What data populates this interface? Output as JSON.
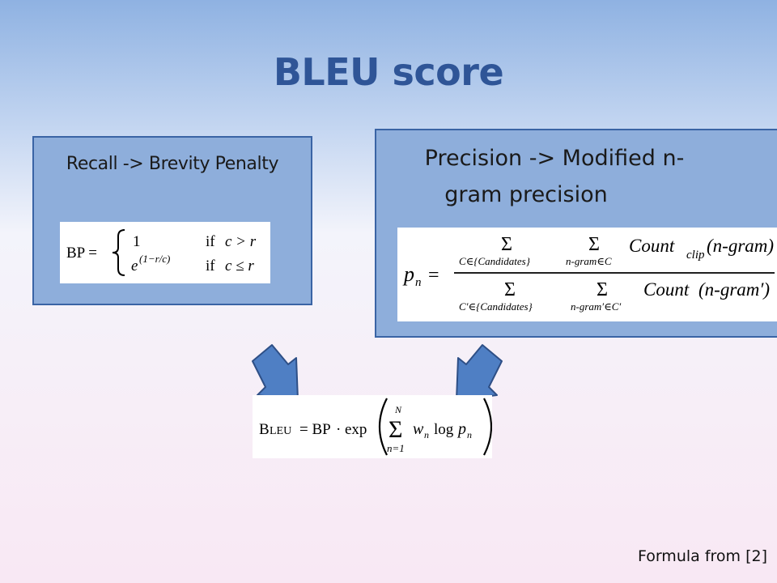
{
  "slide": {
    "title": "BLEU score",
    "footnote": "Formula from [2]"
  },
  "recall_box": {
    "heading": "Recall -> Brevity Penalty",
    "formula": {
      "lhs": "BP =",
      "case1_value": "1",
      "case1_condition_if": "if",
      "case1_condition": "c > r",
      "case2_base": "e",
      "case2_exponent": "(1−r/c)",
      "case2_condition_if": "if",
      "case2_condition": "c ≤ r"
    }
  },
  "precision_box": {
    "heading_line1": "Precision -> Modified n-",
    "heading_line2": "gram precision",
    "formula": {
      "lhs": "p",
      "lhs_sub": "n",
      "equals": "=",
      "sum_symbol": "Σ",
      "num_sum1_sub": "C∈{Candidates}",
      "num_sum2_sub": "n-gram∈C",
      "num_term": "Count",
      "num_term_sub": "clip",
      "num_term_arg": "(n-gram)",
      "den_sum1_sub": "C′∈{Candidates}",
      "den_sum2_sub": "n-gram′∈C′",
      "den_term": "Count",
      "den_term_arg": "(n-gram′)"
    }
  },
  "bleu_formula": {
    "lhs_b": "B",
    "lhs_rest": "LEU",
    "equals_bp": "= BP",
    "dot": "·",
    "exp": "exp",
    "sum_symbol": "Σ",
    "upper": "N",
    "lower": "n=1",
    "weight": "w",
    "weight_sub": "n",
    "log": "log",
    "p": "p",
    "p_sub": "n"
  },
  "colors": {
    "title": "#2f5597",
    "box_fill": "#8eaedb",
    "box_border": "#3a64a5",
    "arrow_fill": "#4f7fc4",
    "arrow_stroke": "#2e4f86"
  },
  "icons": [
    "arrow-down-right-icon",
    "arrow-down-left-icon"
  ]
}
